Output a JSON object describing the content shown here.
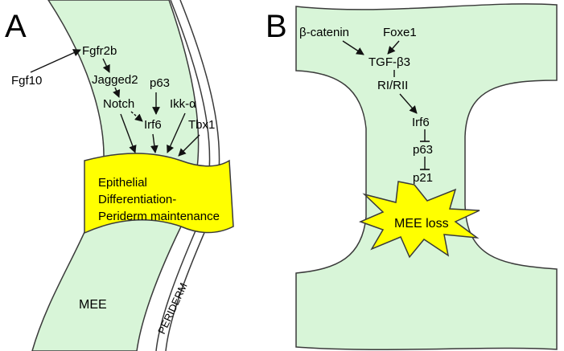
{
  "panel_a": {
    "letter": "A",
    "nodes": {
      "fgf10": "Fgf10",
      "fgfr2b": "Fgfr2b",
      "jagged2": "Jagged2",
      "notch": "Notch",
      "p63": "p63",
      "irf6": "Irf6",
      "ikka": "Ikk-α",
      "tbx1": "Tbx1"
    },
    "banner_lines": [
      "Epithelial",
      "Differentiation-",
      "Periderm maintenance"
    ],
    "mee_label": "MEE",
    "periderm_label": "PERIDERM"
  },
  "panel_b": {
    "letter": "B",
    "nodes": {
      "beta_catenin": "β-catenin",
      "foxe1": "Foxe1",
      "tgfb3": "TGF-β3",
      "ri_rii": "RI/RII",
      "irf6": "Irf6",
      "p63": "p63",
      "p21": "p21"
    },
    "burst_label": "MEE loss"
  },
  "colors": {
    "tissue_fill": "#d8f5d8",
    "banner_fill": "#ffff00",
    "stroke": "#3a3a3a"
  }
}
